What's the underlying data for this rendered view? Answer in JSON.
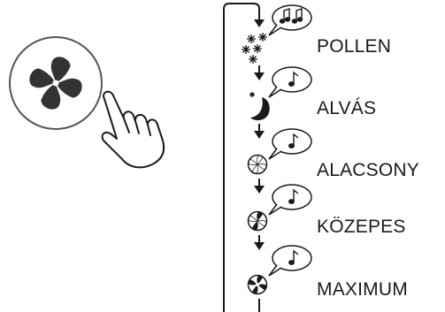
{
  "modes": [
    {
      "label": "POLLEN",
      "icon": "pollen-icon",
      "beeps": 2
    },
    {
      "label": "ALVÁS",
      "icon": "sleep-moon-icon",
      "beeps": 1
    },
    {
      "label": "ALACSONY",
      "icon": "fan-low-icon",
      "beeps": 1
    },
    {
      "label": "KÖZEPES",
      "icon": "fan-medium-icon",
      "beeps": 1
    },
    {
      "label": "MAXIMUM",
      "icon": "fan-max-icon",
      "beeps": 1
    }
  ],
  "button": {
    "icon": "fan-icon",
    "gesture": "hand-press-icon"
  },
  "colors": {
    "line": "#1a1a1a",
    "icon_fill": "#2b2b2b"
  }
}
